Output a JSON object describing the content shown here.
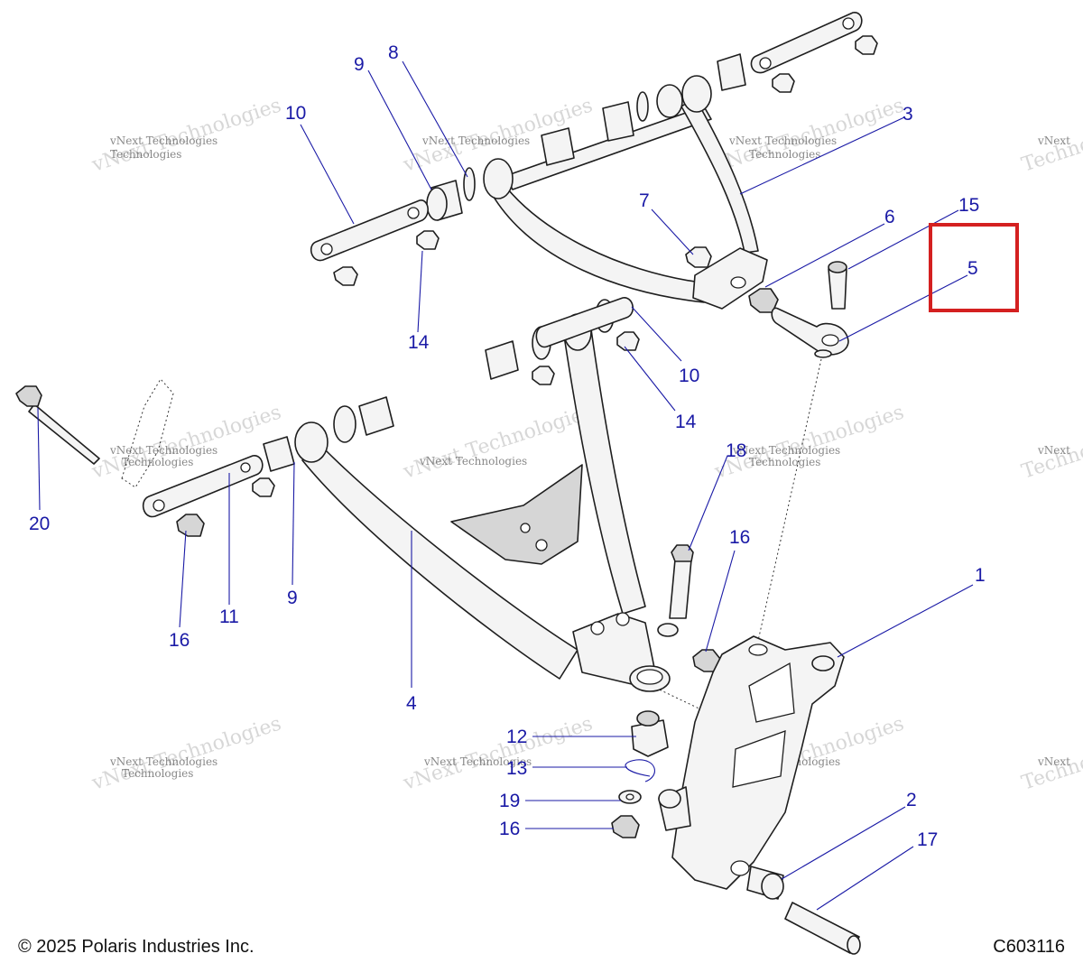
{
  "watermark": {
    "line1": "vNext Technologies",
    "line2": "Technologies",
    "line3": "vNext"
  },
  "footer": {
    "copyright": "© 2025 Polaris Industries Inc.",
    "drawing_id": "C603116"
  },
  "highlight": {
    "callout": "5",
    "color": "#d42020"
  },
  "callout_color": "#1a1aa6",
  "callouts": [
    {
      "id": "c10a",
      "label": "10"
    },
    {
      "id": "c9a",
      "label": "9"
    },
    {
      "id": "c8",
      "label": "8"
    },
    {
      "id": "c3",
      "label": "3"
    },
    {
      "id": "c7",
      "label": "7"
    },
    {
      "id": "c6",
      "label": "6"
    },
    {
      "id": "c15",
      "label": "15"
    },
    {
      "id": "c5",
      "label": "5"
    },
    {
      "id": "c14a",
      "label": "14"
    },
    {
      "id": "c10b",
      "label": "10"
    },
    {
      "id": "c14b",
      "label": "14"
    },
    {
      "id": "c18",
      "label": "18"
    },
    {
      "id": "c16a",
      "label": "16"
    },
    {
      "id": "c1",
      "label": "1"
    },
    {
      "id": "c20",
      "label": "20"
    },
    {
      "id": "c11",
      "label": "11"
    },
    {
      "id": "c9b",
      "label": "9"
    },
    {
      "id": "c16b",
      "label": "16"
    },
    {
      "id": "c4",
      "label": "4"
    },
    {
      "id": "c12",
      "label": "12"
    },
    {
      "id": "c13",
      "label": "13"
    },
    {
      "id": "c19",
      "label": "19"
    },
    {
      "id": "c16c",
      "label": "16"
    },
    {
      "id": "c2",
      "label": "2"
    },
    {
      "id": "c17",
      "label": "17"
    }
  ]
}
